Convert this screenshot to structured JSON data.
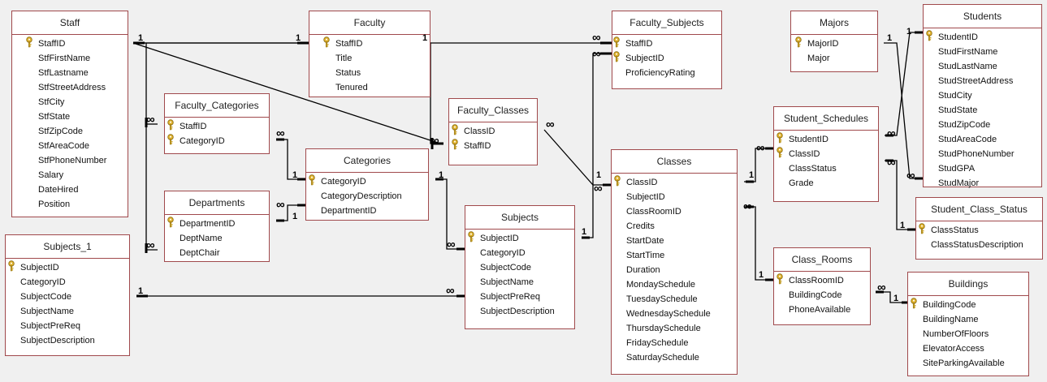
{
  "tables": [
    {
      "id": "staff",
      "name": "Staff",
      "fields": [
        {
          "name": "StaffID",
          "key": true
        },
        {
          "name": "StfFirstName"
        },
        {
          "name": "StfLastname"
        },
        {
          "name": "StfStreetAddress"
        },
        {
          "name": "StfCity"
        },
        {
          "name": "StfState"
        },
        {
          "name": "StfZipCode"
        },
        {
          "name": "StfAreaCode"
        },
        {
          "name": "StfPhoneNumber"
        },
        {
          "name": "Salary"
        },
        {
          "name": "DateHired"
        },
        {
          "name": "Position"
        }
      ]
    },
    {
      "id": "faculty",
      "name": "Faculty",
      "fields": [
        {
          "name": "StaffID",
          "key": true
        },
        {
          "name": "Title"
        },
        {
          "name": "Status"
        },
        {
          "name": "Tenured"
        }
      ]
    },
    {
      "id": "faculty_subjects",
      "name": "Faculty_Subjects",
      "fields": [
        {
          "name": "StaffID",
          "key": true
        },
        {
          "name": "SubjectID",
          "key": true
        },
        {
          "name": "ProficiencyRating"
        }
      ]
    },
    {
      "id": "majors",
      "name": "Majors",
      "fields": [
        {
          "name": "MajorID",
          "key": true
        },
        {
          "name": "Major"
        }
      ]
    },
    {
      "id": "students",
      "name": "Students",
      "fields": [
        {
          "name": "StudentID",
          "key": true
        },
        {
          "name": "StudFirstName"
        },
        {
          "name": "StudLastName"
        },
        {
          "name": "StudStreetAddress"
        },
        {
          "name": "StudCity"
        },
        {
          "name": "StudState"
        },
        {
          "name": "StudZipCode"
        },
        {
          "name": "StudAreaCode"
        },
        {
          "name": "StudPhoneNumber"
        },
        {
          "name": "StudGPA"
        },
        {
          "name": "StudMajor"
        }
      ]
    },
    {
      "id": "faculty_categories",
      "name": "Faculty_Categories",
      "fields": [
        {
          "name": "StaffID",
          "key": true
        },
        {
          "name": "CategoryID",
          "key": true
        }
      ]
    },
    {
      "id": "faculty_classes",
      "name": "Faculty_Classes",
      "fields": [
        {
          "name": "ClassID",
          "key": true
        },
        {
          "name": "StaffID",
          "key": true
        }
      ]
    },
    {
      "id": "student_schedules",
      "name": "Student_Schedules",
      "fields": [
        {
          "name": "StudentID",
          "key": true
        },
        {
          "name": "ClassID",
          "key": true
        },
        {
          "name": "ClassStatus"
        },
        {
          "name": "Grade"
        }
      ]
    },
    {
      "id": "categories",
      "name": "Categories",
      "fields": [
        {
          "name": "CategoryID",
          "key": true
        },
        {
          "name": "CategoryDescription"
        },
        {
          "name": "DepartmentID"
        }
      ]
    },
    {
      "id": "classes",
      "name": "Classes",
      "fields": [
        {
          "name": "ClassID",
          "key": true
        },
        {
          "name": "SubjectID"
        },
        {
          "name": "ClassRoomID"
        },
        {
          "name": "Credits"
        },
        {
          "name": "StartDate"
        },
        {
          "name": "StartTime"
        },
        {
          "name": "Duration"
        },
        {
          "name": "MondaySchedule"
        },
        {
          "name": "TuesdaySchedule"
        },
        {
          "name": "WednesdaySchedule"
        },
        {
          "name": "ThursdaySchedule"
        },
        {
          "name": "FridaySchedule"
        },
        {
          "name": "SaturdaySchedule"
        }
      ]
    },
    {
      "id": "departments",
      "name": "Departments",
      "fields": [
        {
          "name": "DepartmentID",
          "key": true
        },
        {
          "name": "DeptName"
        },
        {
          "name": "DeptChair"
        }
      ]
    },
    {
      "id": "student_class_status",
      "name": "Student_Class_Status",
      "fields": [
        {
          "name": "ClassStatus",
          "key": true
        },
        {
          "name": "ClassStatusDescription"
        }
      ]
    },
    {
      "id": "subjects",
      "name": "Subjects",
      "fields": [
        {
          "name": "SubjectID",
          "key": true
        },
        {
          "name": "CategoryID"
        },
        {
          "name": "SubjectCode"
        },
        {
          "name": "SubjectName"
        },
        {
          "name": "SubjectPreReq"
        },
        {
          "name": "SubjectDescription"
        }
      ]
    },
    {
      "id": "subjects_1",
      "name": "Subjects_1",
      "fields": [
        {
          "name": "SubjectID",
          "key": true
        },
        {
          "name": "CategoryID"
        },
        {
          "name": "SubjectCode"
        },
        {
          "name": "SubjectName"
        },
        {
          "name": "SubjectPreReq"
        },
        {
          "name": "SubjectDescription"
        }
      ]
    },
    {
      "id": "class_rooms",
      "name": "Class_Rooms",
      "fields": [
        {
          "name": "ClassRoomID",
          "key": true
        },
        {
          "name": "BuildingCode"
        },
        {
          "name": "PhoneAvailable"
        }
      ]
    },
    {
      "id": "buildings",
      "name": "Buildings",
      "fields": [
        {
          "name": "BuildingCode",
          "key": true
        },
        {
          "name": "BuildingName"
        },
        {
          "name": "NumberOfFloors"
        },
        {
          "name": "ElevatorAccess"
        },
        {
          "name": "SiteParkingAvailable"
        }
      ]
    }
  ],
  "cardinality": {
    "one": "1",
    "many": "∞"
  },
  "colors": {
    "border": "#a0494c",
    "line": "#000000",
    "background": "#f0f0f0",
    "key": "#c9a227"
  }
}
